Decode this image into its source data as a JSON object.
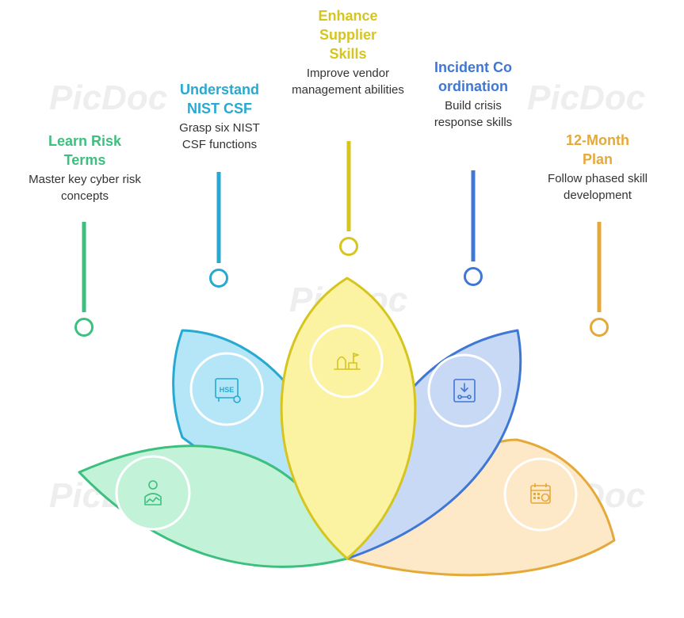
{
  "colors": {
    "green": "#3dbf7f",
    "blue": "#27a9d1",
    "yellow": "#d6c51f",
    "royal": "#3f77d4",
    "orange": "#e5a93a",
    "green_fill": "#c2f2d8",
    "blue_fill": "#b5e6f8",
    "yellow_fill": "#fbf2a2",
    "royal_fill": "#c8d9f6",
    "orange_fill": "#fde8c7",
    "desc_text": "#333333"
  },
  "watermark": "PicDoc",
  "steps": [
    {
      "id": "learn-risk-terms",
      "title": "Learn Risk Terms",
      "description": "Master key cyber risk concepts",
      "icon": "person-chart-icon",
      "color": "green"
    },
    {
      "id": "understand-nist-csf",
      "title": "Understand NIST CSF",
      "description": "Grasp six NIST CSF functions",
      "icon": "hse-monitor-icon",
      "color": "blue"
    },
    {
      "id": "enhance-supplier-skills",
      "title": "Enhance Supplier Skills",
      "description": "Improve vendor management abilities",
      "icon": "supply-landscape-icon",
      "color": "yellow"
    },
    {
      "id": "incident-coordination",
      "title": "Incident Coordination",
      "description": "Build crisis response skills",
      "icon": "device-download-icon",
      "color": "royal"
    },
    {
      "id": "12-month-plan",
      "title": "12-Month Plan",
      "description": "Follow phased skill development",
      "icon": "calendar-dollar-icon",
      "color": "orange"
    }
  ]
}
